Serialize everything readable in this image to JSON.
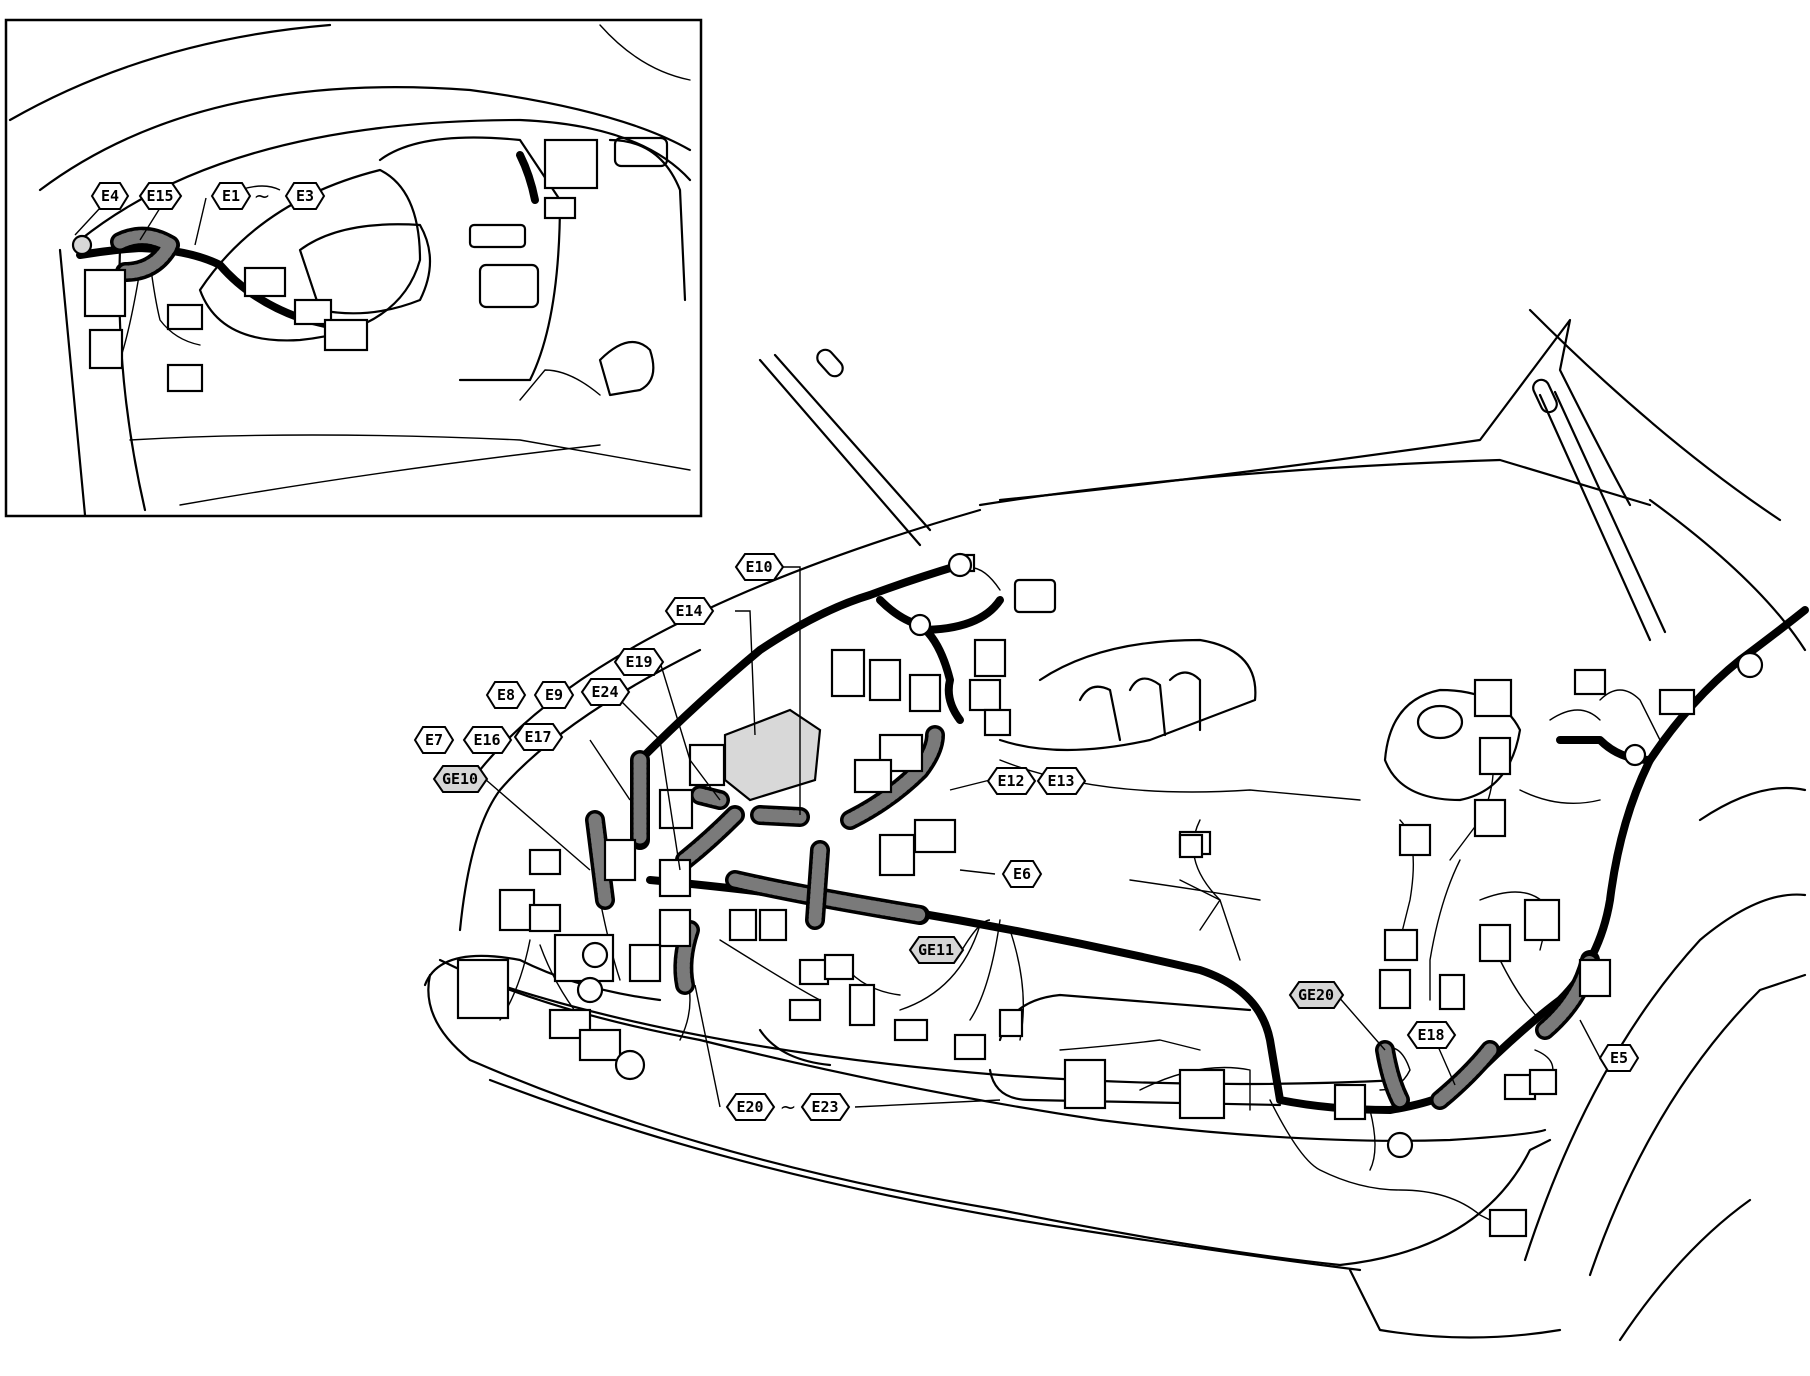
{
  "labels": {
    "e4": "E4",
    "e15": "E15",
    "e1": "E1",
    "e3": "E3",
    "e10": "E10",
    "e14": "E14",
    "e19": "E19",
    "e8": "E8",
    "e9": "E9",
    "e24": "E24",
    "e7": "E7",
    "e16": "E16",
    "e17": "E17",
    "ge10": "GE10",
    "e12": "E12",
    "e13": "E13",
    "e6": "E6",
    "ge11": "GE11",
    "ge20": "GE20",
    "e18": "E18",
    "e5": "E5",
    "e20": "E20",
    "e23": "E23"
  },
  "range_separator": "~",
  "icons": {
    "connector": "connector-icon",
    "ground": "ground-icon"
  }
}
